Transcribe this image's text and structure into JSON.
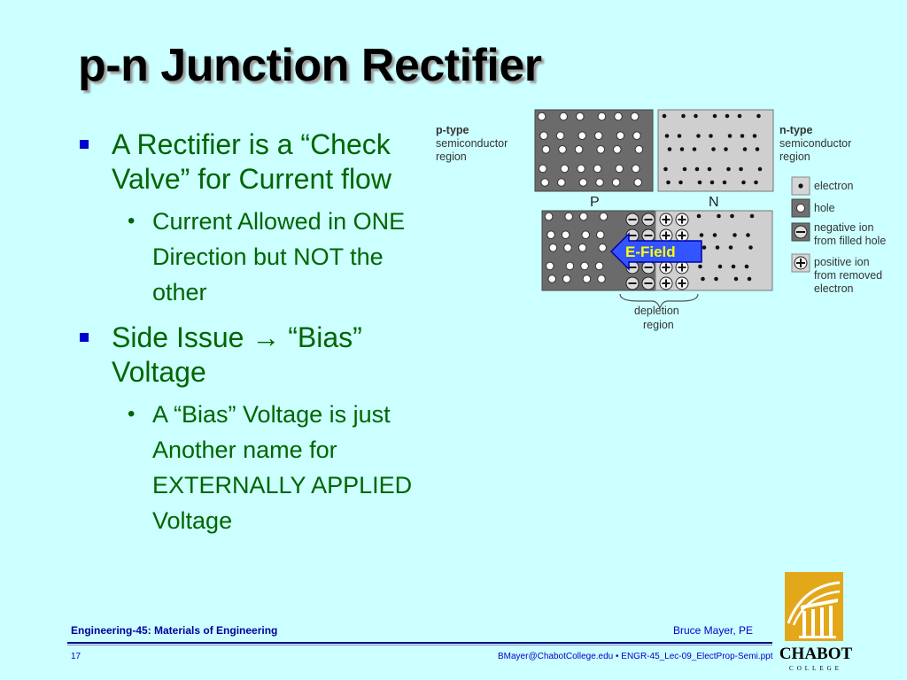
{
  "slide": {
    "title": "p-n Junction Rectifier",
    "bullets": [
      {
        "text": "A Rectifier is a “Check Valve” for Current flow",
        "sub": [
          "Current Allowed in ONE Direction but NOT the other"
        ]
      },
      {
        "text": "Side Issue → “Bias” Voltage",
        "sub": [
          "A “Bias” Voltage is just Another name for EXTERNALLY APPLIED Voltage"
        ]
      }
    ]
  },
  "diagram": {
    "ptype_label": "p-type",
    "ptype_sub1": "semiconductor",
    "ptype_sub2": "region",
    "ntype_label": "n-type",
    "ntype_sub1": "semiconductor",
    "ntype_sub2": "region",
    "p_letter": "P",
    "n_letter": "N",
    "efield_label": "E-Field",
    "depletion_1": "depletion",
    "depletion_2": "region",
    "legend": {
      "electron": "electron",
      "hole": "hole",
      "neg_ion_1": "negative ion",
      "neg_ion_2": "from filled hole",
      "pos_ion_1": "positive ion",
      "pos_ion_2": "from removed",
      "pos_ion_3": "electron"
    }
  },
  "footer": {
    "course": "Engineering-45: Materials of Engineering",
    "author": "Bruce Mayer, PE",
    "page": "17",
    "file": "BMayer@ChabotCollege.edu  • ENGR-45_Lec-09_ElectProp-Semi.ppt"
  },
  "logo": {
    "name": "CHABOT",
    "sub": "COLLEGE"
  },
  "colors": {
    "background": "#ccffff",
    "text_green": "#006600",
    "bullet_blue": "#0000cc",
    "efield_arrow": "#3355ff",
    "efield_text": "#ffff00"
  }
}
